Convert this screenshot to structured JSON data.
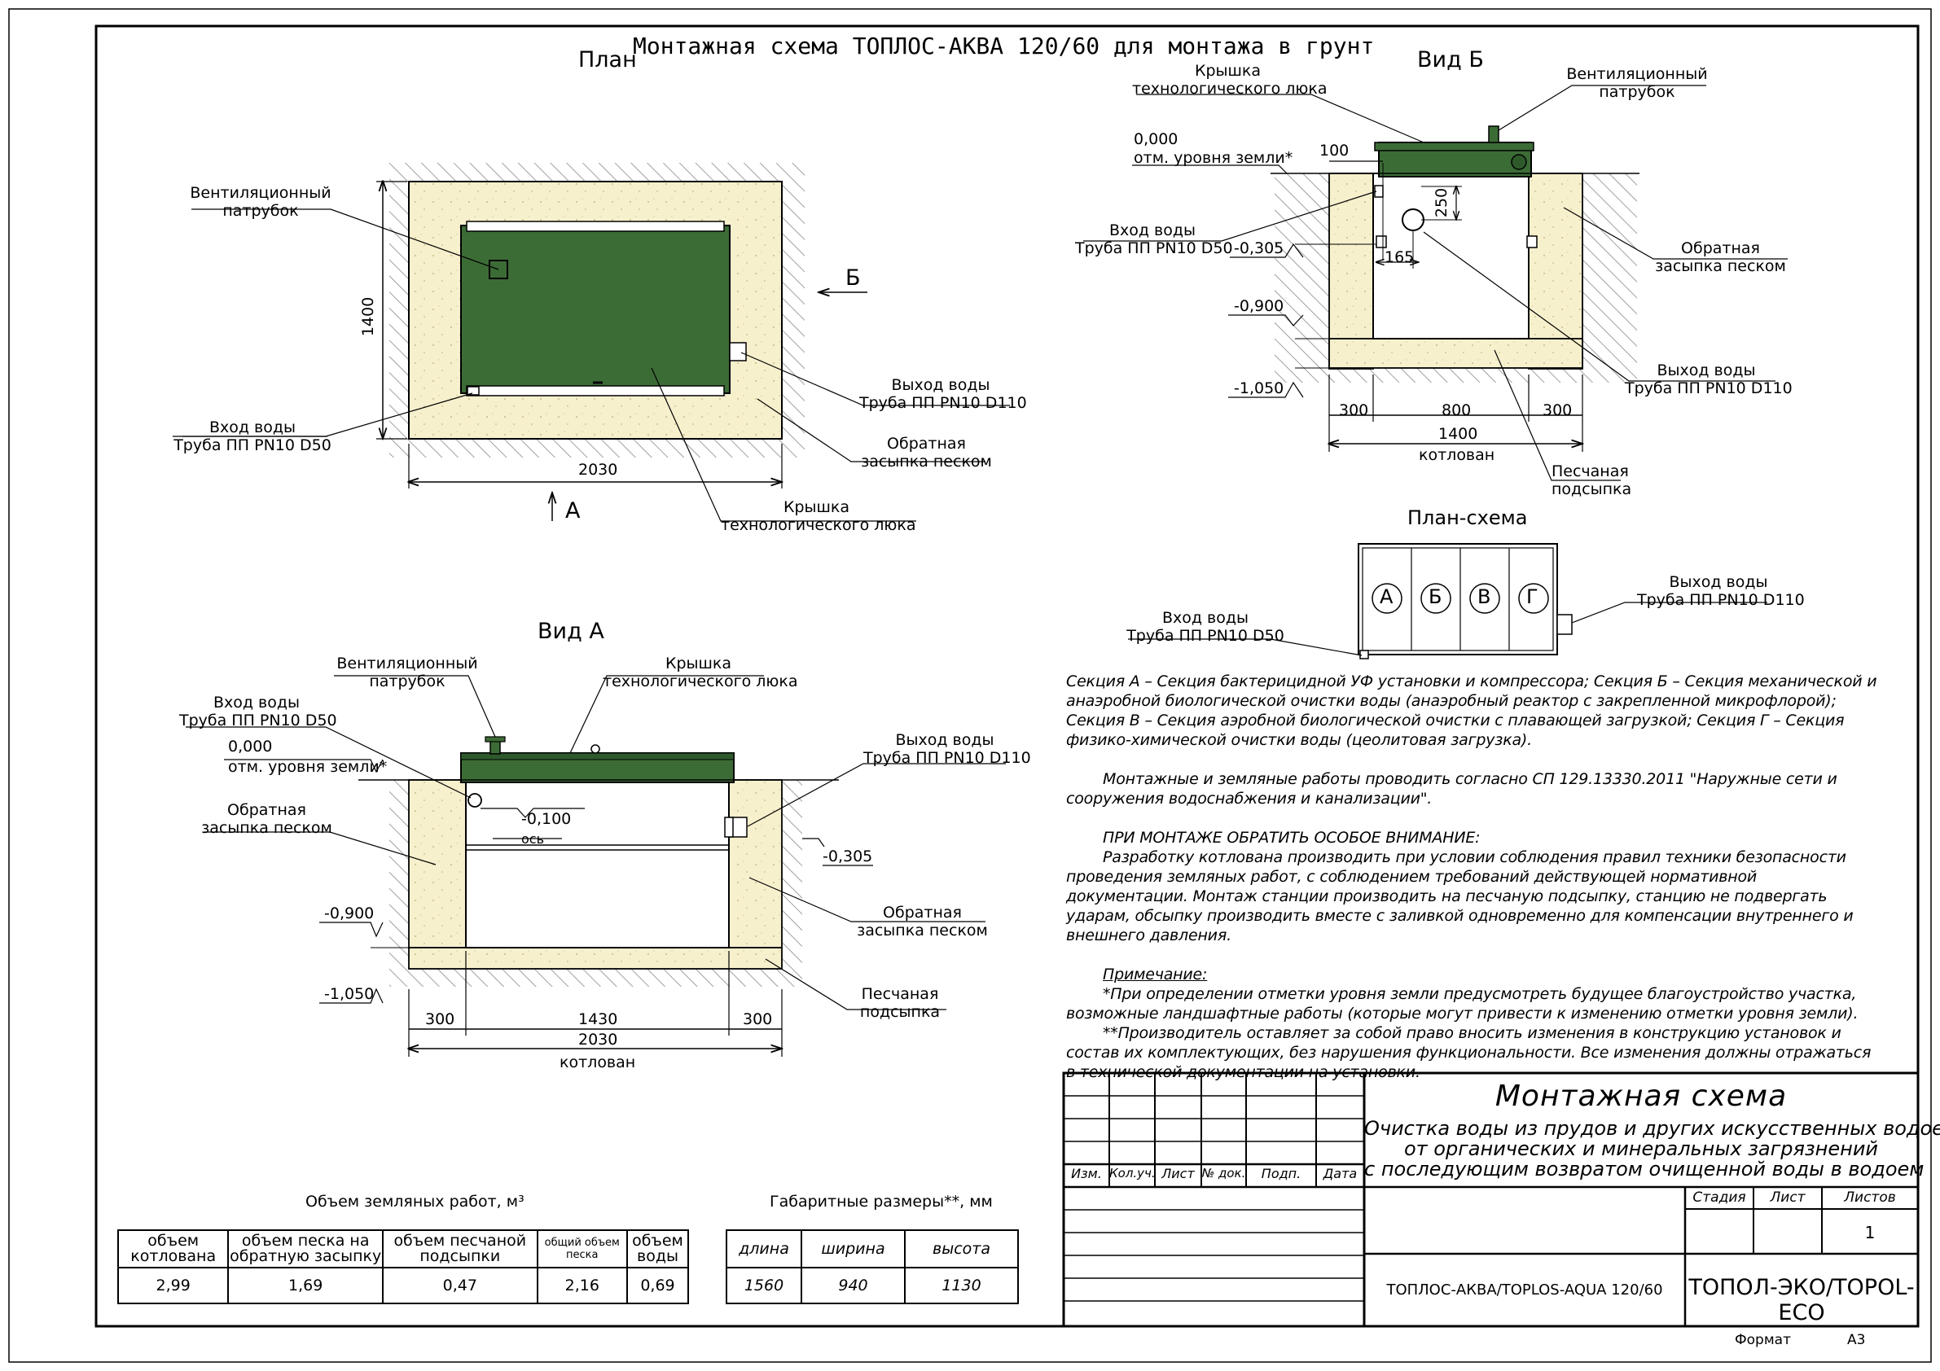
{
  "title": "Монтажная схема ТОПЛОС-АКВА 120/60 для монтажа в грунт",
  "plan": {
    "view_title": "План",
    "vent_label": [
      "Вентиляционный",
      "патрубок"
    ],
    "inlet_label": [
      "Вход воды",
      "Труба ПП PN10 D50"
    ],
    "outlet_label": [
      "Выход воды",
      "Труба ПП PN10 D110"
    ],
    "backfill_label": [
      "Обратная",
      "засыпка песком"
    ],
    "lid_label": [
      "Крышка",
      "технологического люка"
    ],
    "dim_width": "2030",
    "dim_height": "1400",
    "arrow_a": "А",
    "arrow_b": "Б"
  },
  "view_b": {
    "view_title": "Вид Б",
    "lid_label": [
      "Крышка",
      "технологического люка"
    ],
    "vent_label": [
      "Вентиляционный",
      "патрубок"
    ],
    "ground_level": [
      "0,000",
      "отм. уровня земли*"
    ],
    "dim_100": "100",
    "dim_250": "250",
    "dim_165": "165",
    "inlet_label": [
      "Вход воды",
      "Труба ПП PN10 D50"
    ],
    "lvl_0305": "-0,305",
    "lvl_0900": "-0,900",
    "lvl_1050": "-1,050",
    "backfill_label": [
      "Обратная",
      "засыпка песком"
    ],
    "outlet_label": [
      "Выход воды",
      "Труба ПП PN10 D110"
    ],
    "dims_bottom": [
      "300",
      "800",
      "300"
    ],
    "dim_total": "1400",
    "pit_label": "котлован",
    "sand_label": [
      "Песчаная",
      "подсыпка"
    ]
  },
  "plan_scheme": {
    "view_title": "План-схема",
    "sections": [
      "А",
      "Б",
      "В",
      "Г"
    ],
    "outlet_label": [
      "Выход воды",
      "Труба ПП PN10 D110"
    ],
    "inlet_label": [
      "Вход воды",
      "Труба ПП PN10 D50"
    ]
  },
  "view_a": {
    "view_title": "Вид А",
    "vent_label": [
      "Вентиляционный",
      "патрубок"
    ],
    "lid_label": [
      "Крышка",
      "технологического люка"
    ],
    "inlet_label": [
      "Вход воды",
      "Труба ПП PN10 D50"
    ],
    "ground_level": [
      "0,000",
      "отм. уровня земли*"
    ],
    "outlet_label": [
      "Выход воды",
      "Труба ПП PN10 D110"
    ],
    "backfill_label_left": [
      "Обратная",
      "засыпка песком"
    ],
    "lvl_0100": "-0,100",
    "axis": "ось",
    "lvl_0305": "-0,305",
    "lvl_0900": "-0,900",
    "backfill_label_right": [
      "Обратная",
      "засыпка песком"
    ],
    "lvl_1050": "-1,050",
    "sand_label": [
      "Песчаная",
      "подсыпка"
    ],
    "dims_bottom": [
      "300",
      "1430",
      "300"
    ],
    "dim_total": "2030",
    "pit_label": "котлован"
  },
  "notes": {
    "sections": "Секция А  – Секция бактерицидной УФ установки и компрессора; Секция Б – Секция механической и анаэробной биологической очистки воды (анаэробный реактор с закрепленной микрофлорой); Секция В – Секция аэробной биологической очистки с плавающей загрузкой; Секция Г – Секция физико-химической очистки воды (цеолитовая загрузка).",
    "works": "Монтажные и земляные работы проводить согласно СП 129.13330.2011 \"Наружные сети и сооружения водоснабжения и канализации\".",
    "attention_head": "ПРИ МОНТАЖЕ ОБРАТИТЬ ОСОБОЕ ВНИМАНИЕ:",
    "attention_text": "Разработку котлована производить при условии соблюдения правил техники безопасности проведения земляных работ, с соблюдением требований действующей нормативной документации. Монтаж станции производить на песчаную подсыпку, станцию не подвергать ударам, обсыпку производить вместе с заливкой одновременно для компенсации внутреннего и внешнего давления.",
    "remark_head": "Примечание:",
    "remark_1": "*При определении отметки уровня земли предусмотреть будущее благоустройство участка, возможные ландшафтные работы (которые могут привести к изменению отметки уровня земли).",
    "remark_2": "**Производитель оставляет за собой право вносить изменения в конструкцию установок и состав их комплектующих, без нарушения функциональности. Все изменения должны отражаться в технической документации на установки."
  },
  "volume_table": {
    "caption": "Объем земляных работ, м³",
    "headers": [
      "объем котлована",
      "объем песка на обратную засыпку",
      "объем песчаной подсыпки",
      "общий объем песка",
      "объем воды"
    ],
    "values": [
      "2,99",
      "1,69",
      "0,47",
      "2,16",
      "0,69"
    ]
  },
  "size_table": {
    "caption": "Габаритные размеры**, мм",
    "headers": [
      "длина",
      "ширина",
      "высота"
    ],
    "values": [
      "1560",
      "940",
      "1130"
    ]
  },
  "stamp": {
    "col_headers": [
      "Изм.",
      "Кол.уч.",
      "Лист",
      "№ док.",
      "Подп.",
      "Дата"
    ],
    "doc_title": "Монтажная схема",
    "description": [
      "Очистка воды из прудов и других искусственных водоемов",
      "от органических и минеральных загрязнений",
      "с последующим возвратом очищенной воды в водоем"
    ],
    "stage_headers": [
      "Стадия",
      "Лист",
      "Листов"
    ],
    "sheets": "1",
    "product": "ТОПЛОС-АКВА/TOPLOS-AQUA 120/60",
    "company": "ТОПОЛ-ЭКО/TOPOL-ECO"
  },
  "format_label": "Формат",
  "format_value": "А3",
  "colors": {
    "tank": "#3b6b35",
    "tank_dark": "#24472a",
    "sand": "#f5efc8",
    "hatch": "#777"
  }
}
